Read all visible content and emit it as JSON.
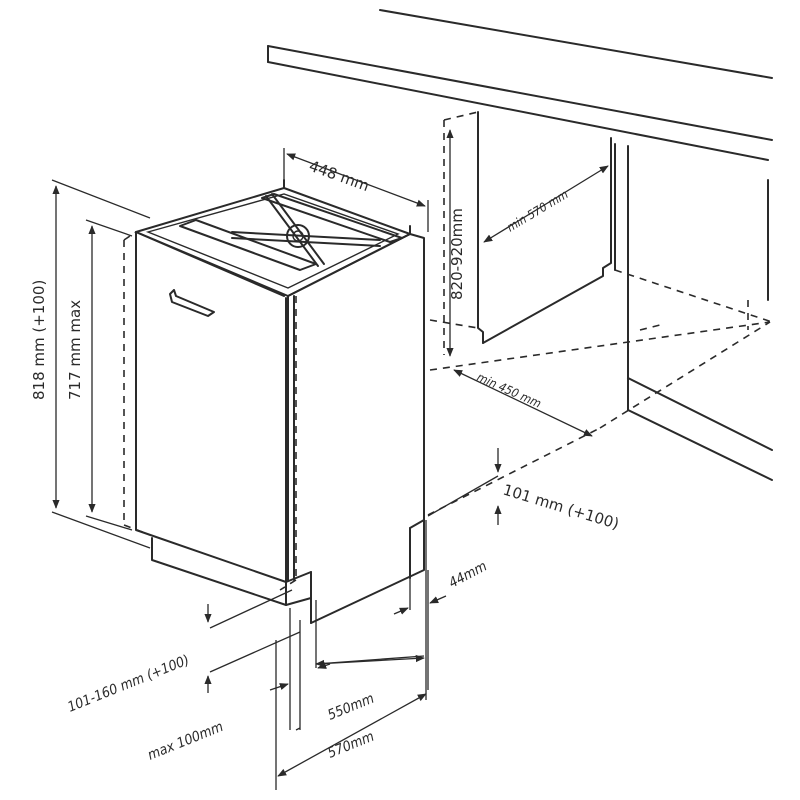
{
  "dimensions": {
    "width_top": "448 mm",
    "height_total": "818 mm (+100)",
    "height_door": "717 mm max",
    "niche_height": "820-920mm",
    "niche_depth": "min 570 mm",
    "niche_width": "min 450 mm",
    "plinth_right": "101 mm (+100)",
    "plinth_offset": "44mm",
    "plinth_front": "101-160 mm (+100)",
    "depth_550": "550mm",
    "max_100": "max 100mm",
    "depth_570": "570mm"
  }
}
